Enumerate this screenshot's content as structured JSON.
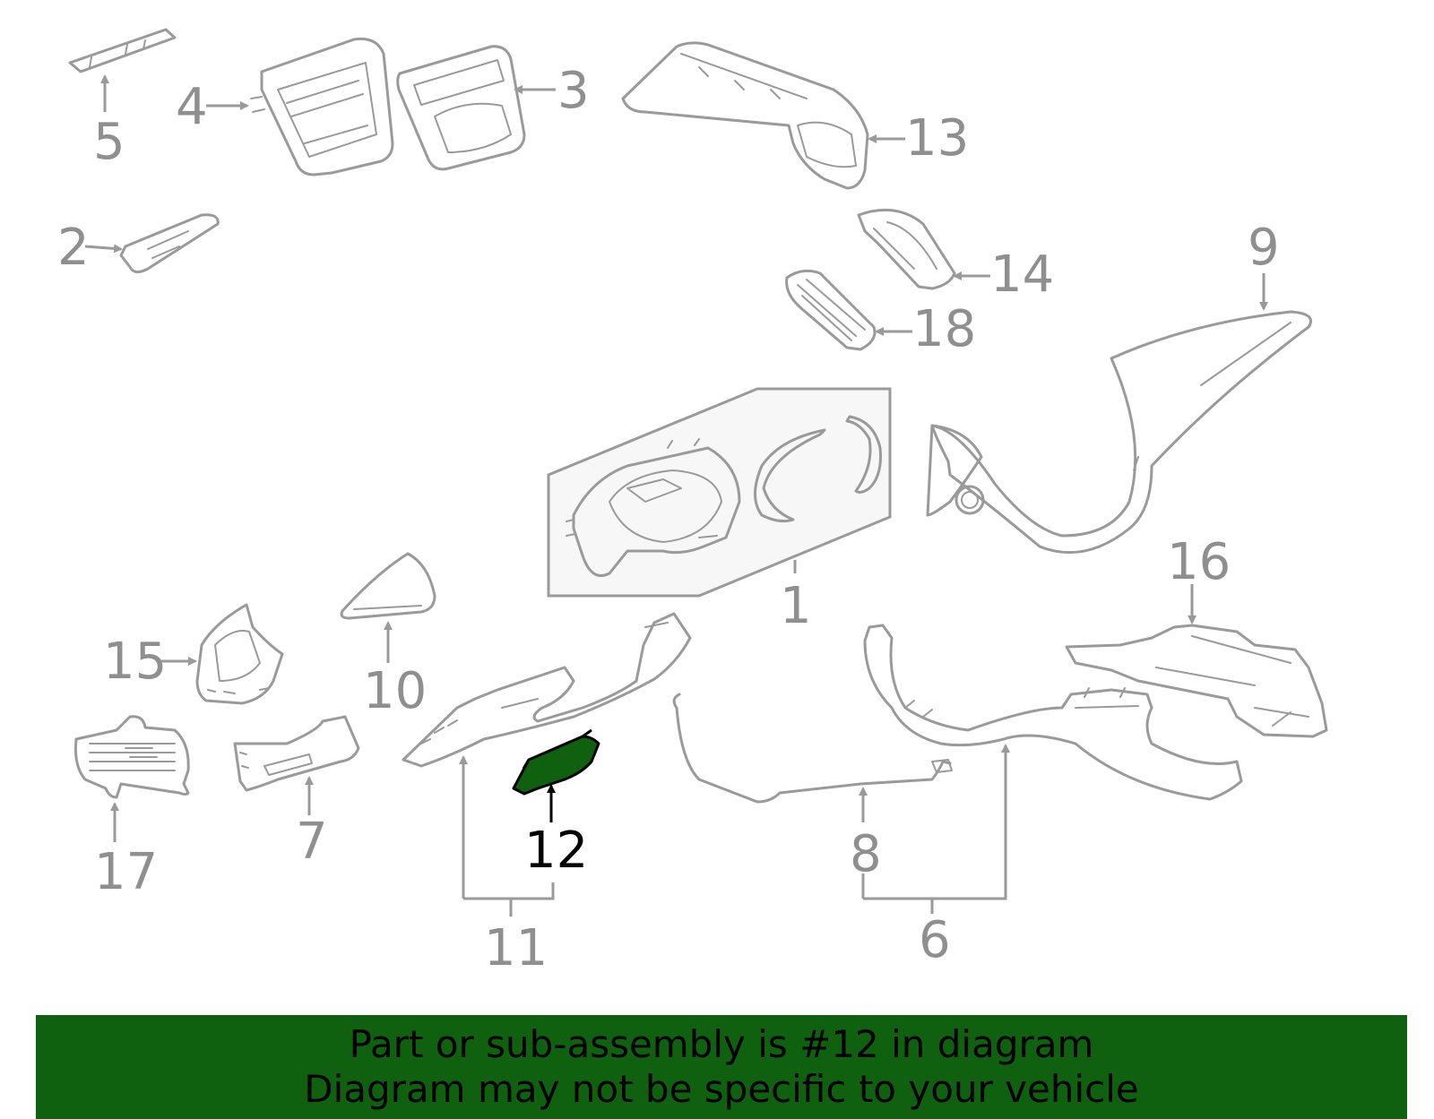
{
  "callouts": {
    "c1": "1",
    "c2": "2",
    "c3": "3",
    "c4": "4",
    "c5": "5",
    "c6": "6",
    "c7": "7",
    "c8": "8",
    "c9": "9",
    "c10": "10",
    "c11": "11",
    "c12": "12",
    "c13": "13",
    "c14": "14",
    "c15": "15",
    "c16": "16",
    "c17": "17",
    "c18": "18"
  },
  "highlight": {
    "part": "12",
    "color": "#0f610f"
  },
  "colors": {
    "line": "#9a9a9a",
    "banner": "#0f610f",
    "box_fill": "#f7f7f7"
  },
  "banner": {
    "line1": "Part or sub-assembly is #12 in diagram",
    "line2": "Diagram may not be specific to your vehicle"
  }
}
